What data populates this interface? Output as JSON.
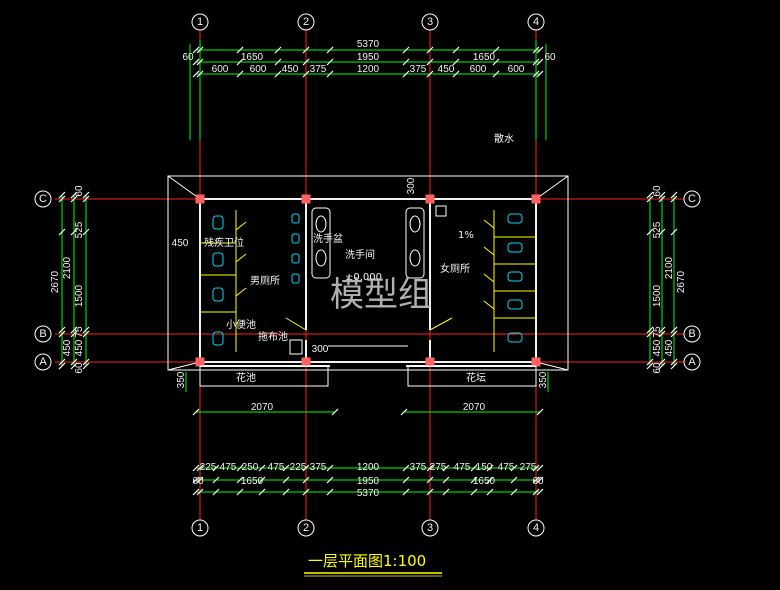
{
  "colors": {
    "background": "#000000",
    "dimension_line": "#00ff00",
    "axis_line": "#ff2020",
    "wall": "#f0f0f0",
    "fixture": "#00d8ff",
    "partition": "#ffff00",
    "column": "#ff6060",
    "outline": "#ffffff",
    "text": "#f2f2f2",
    "title": "#ffff00"
  },
  "grid_axes": {
    "vertical": [
      "1",
      "2",
      "3",
      "4"
    ],
    "horizontal": [
      "C",
      "B",
      "A"
    ]
  },
  "dimensions": {
    "top": {
      "overall": "5370",
      "row2": [
        "60",
        "1650",
        "1950",
        "1650",
        "60"
      ],
      "row3": [
        "600",
        "600",
        "450",
        "375",
        "1200",
        "375",
        "450",
        "600",
        "600"
      ]
    },
    "bottom": {
      "row1": [
        "225",
        "475",
        "250",
        "475",
        "225",
        "375",
        "1200",
        "375",
        "275",
        "475",
        "150",
        "475",
        "275"
      ],
      "row2": [
        "60",
        "1650",
        "1950",
        "1650",
        "60"
      ],
      "overall": "5370"
    },
    "left": {
      "overall": "2670",
      "middle": [
        "2100"
      ],
      "detail": [
        "60",
        "525",
        "1500",
        "75",
        "450",
        "60"
      ],
      "row_b": [
        "450"
      ]
    },
    "right": {
      "overall": "2670",
      "middle": [
        "2100"
      ],
      "detail": [
        "60",
        "525",
        "1500",
        "75",
        "450",
        "60"
      ],
      "row_b": [
        "450"
      ]
    },
    "planter_widths": [
      "2070",
      "2070"
    ],
    "planter_depth_left": "350",
    "planter_depth_right": "350",
    "misc": {
      "wall_450": "450",
      "door_300_top": "300",
      "door_300_bottom": "300"
    }
  },
  "rooms": {
    "male_toilet": "男厕所",
    "wash_room": "洗手间",
    "female_toilet": "女厕所",
    "wash_basin": "洗手盆",
    "mop_sink": "拖布池",
    "urinal": "小便池",
    "disabled_stall": "残疾卫位",
    "planter_left": "花池",
    "planter_right": "花坛",
    "downspout": "散水",
    "level": "±0.000",
    "slope": "1%"
  },
  "watermark": "模型组",
  "title": "一层平面图1:100"
}
